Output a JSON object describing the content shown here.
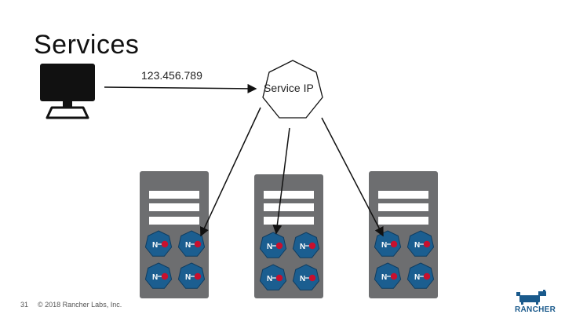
{
  "slide": {
    "title": "Services",
    "ip_address": "123.456.789",
    "service_ip_label": "Service IP",
    "slide_number": "31",
    "copyright": "© 2018 Rancher Labs, Inc.",
    "brand": "RANCHER"
  },
  "icons": {
    "client": "monitor-icon",
    "service": "heptagon-icon",
    "server": "server-rack-icon",
    "pod": "kubernetes-pod-icon",
    "logo": "rancher-cow-icon"
  },
  "colors": {
    "server_body": "#6d6e70",
    "pod_fill": "#1b5e90",
    "pod_badge": "#c8102e",
    "brand": "#1a5a8c"
  },
  "nodes": {
    "pod_text": "N"
  }
}
